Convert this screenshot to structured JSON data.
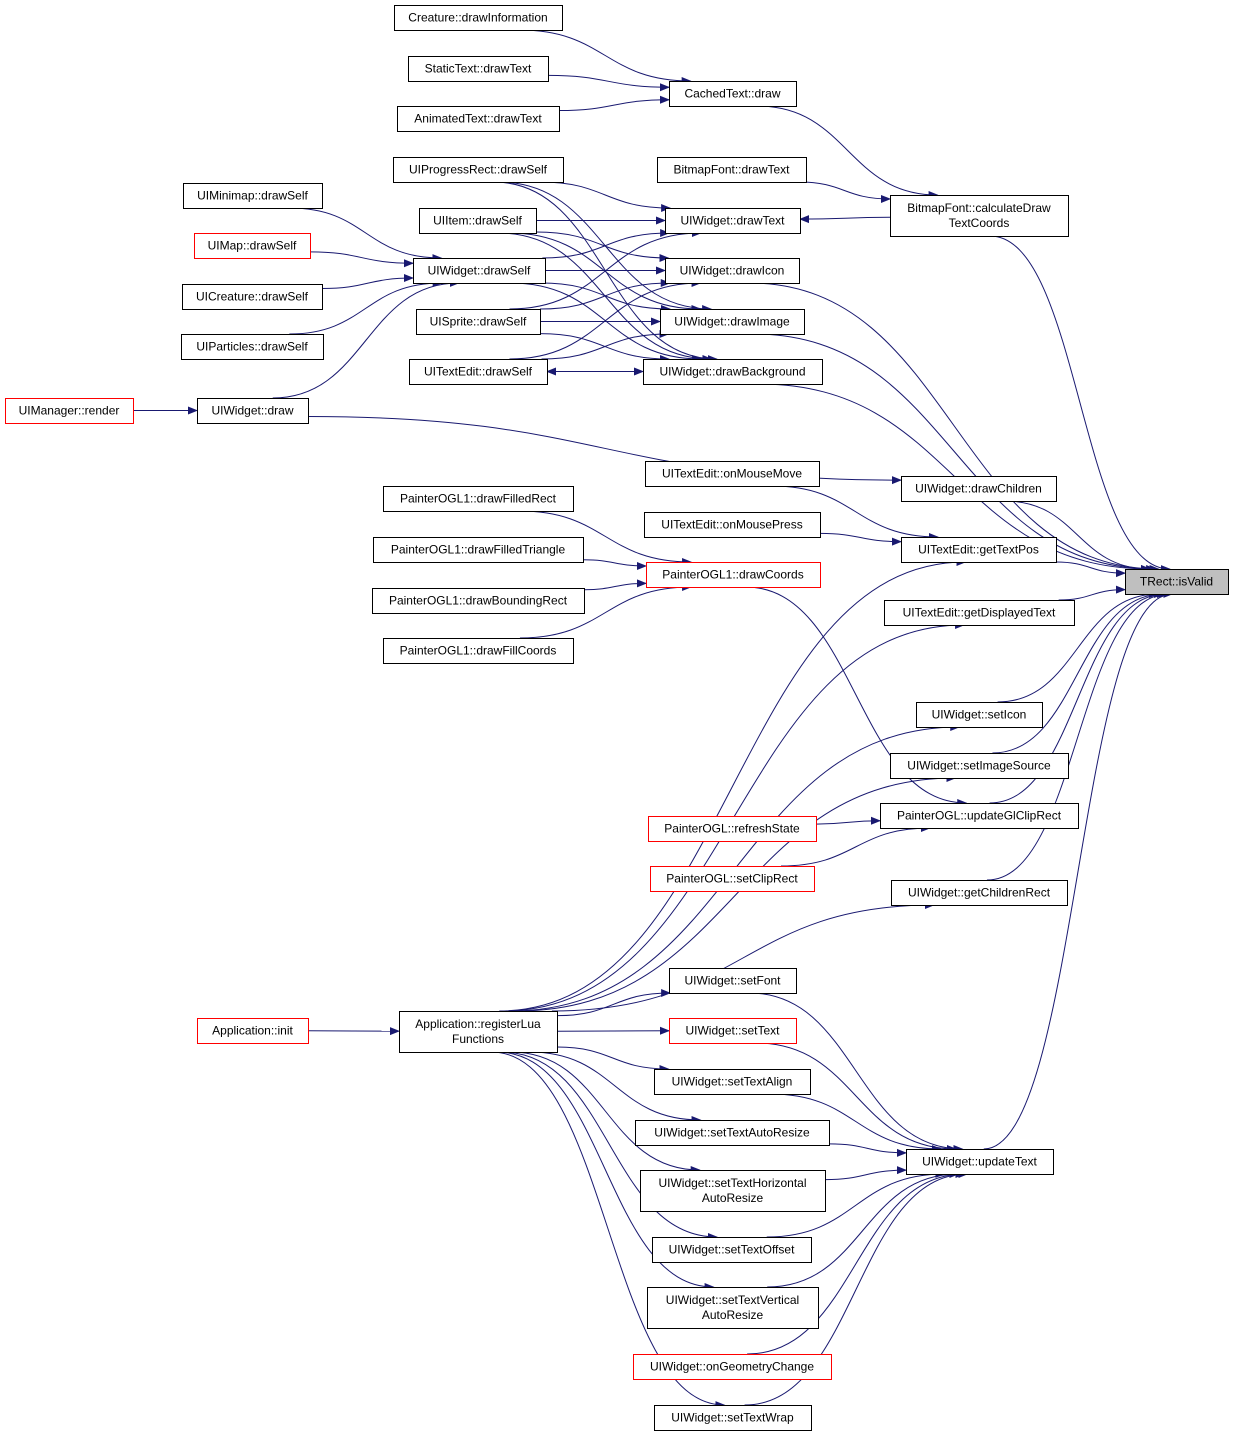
{
  "nodes": {
    "creature_drawinformation": {
      "lines": [
        "Creature::drawInformation"
      ]
    },
    "statictext_drawtext": {
      "lines": [
        "StaticText::drawText"
      ]
    },
    "animatedtext_drawtext": {
      "lines": [
        "AnimatedText::drawText"
      ]
    },
    "cachedtext_draw": {
      "lines": [
        "CachedText::draw"
      ]
    },
    "bitmapfont_drawtext": {
      "lines": [
        "BitmapFont::drawText"
      ]
    },
    "bitmapfont_calculatedrawtextcoords": {
      "lines": [
        "BitmapFont::calculateDraw",
        "TextCoords"
      ]
    },
    "uiprogressrect_drawself": {
      "lines": [
        "UIProgressRect::drawSelf"
      ]
    },
    "uiminimap_drawself": {
      "lines": [
        "UIMinimap::drawSelf"
      ]
    },
    "uiitem_drawself": {
      "lines": [
        "UIItem::drawSelf"
      ]
    },
    "uiwidget_drawtext": {
      "lines": [
        "UIWidget::drawText"
      ]
    },
    "uimap_drawself": {
      "lines": [
        "UIMap::drawSelf"
      ]
    },
    "uiwidget_drawself": {
      "lines": [
        "UIWidget::drawSelf"
      ]
    },
    "uiwidget_drawicon": {
      "lines": [
        "UIWidget::drawIcon"
      ]
    },
    "uicreature_drawself": {
      "lines": [
        "UICreature::drawSelf"
      ]
    },
    "uisprite_drawself": {
      "lines": [
        "UISprite::drawSelf"
      ]
    },
    "uiwidget_drawimage": {
      "lines": [
        "UIWidget::drawImage"
      ]
    },
    "uiparticles_drawself": {
      "lines": [
        "UIParticles::drawSelf"
      ]
    },
    "uitextedit_drawself": {
      "lines": [
        "UITextEdit::drawSelf"
      ]
    },
    "uiwidget_drawbackground": {
      "lines": [
        "UIWidget::drawBackground"
      ]
    },
    "uimanager_render": {
      "lines": [
        "UIManager::render"
      ]
    },
    "uiwidget_draw": {
      "lines": [
        "UIWidget::draw"
      ]
    },
    "uitextedit_onmousemove": {
      "lines": [
        "UITextEdit::onMouseMove"
      ]
    },
    "uiwidget_drawchildren": {
      "lines": [
        "UIWidget::drawChildren"
      ]
    },
    "painterogl1_drawfilledrect": {
      "lines": [
        "PainterOGL1::drawFilledRect"
      ]
    },
    "uitextedit_onmousepress": {
      "lines": [
        "UITextEdit::onMousePress"
      ]
    },
    "painterogl1_drawfilledtriangle": {
      "lines": [
        "PainterOGL1::drawFilledTriangle"
      ]
    },
    "uitextedit_gettextpos": {
      "lines": [
        "UITextEdit::getTextPos"
      ]
    },
    "painterogl1_drawcoords": {
      "lines": [
        "PainterOGL1::drawCoords"
      ]
    },
    "trect_isvalid": {
      "lines": [
        "TRect::isValid"
      ]
    },
    "painterogl1_drawboundingrect": {
      "lines": [
        "PainterOGL1::drawBoundingRect"
      ]
    },
    "uitextedit_getdisplayedtext": {
      "lines": [
        "UITextEdit::getDisplayedText"
      ]
    },
    "painterogl1_drawfillcoords": {
      "lines": [
        "PainterOGL1::drawFillCoords"
      ]
    },
    "uiwidget_seticon": {
      "lines": [
        "UIWidget::setIcon"
      ]
    },
    "uiwidget_setimagesource": {
      "lines": [
        "UIWidget::setImageSource"
      ]
    },
    "painterogl_refreshstate": {
      "lines": [
        "PainterOGL::refreshState"
      ]
    },
    "painterogl_updateglcliprect": {
      "lines": [
        "PainterOGL::updateGlClipRect"
      ]
    },
    "painterogl_setcliprect": {
      "lines": [
        "PainterOGL::setClipRect"
      ]
    },
    "uiwidget_getchildrenrect": {
      "lines": [
        "UIWidget::getChildrenRect"
      ]
    },
    "uiwidget_setfont": {
      "lines": [
        "UIWidget::setFont"
      ]
    },
    "application_init": {
      "lines": [
        "Application::init"
      ]
    },
    "application_registerluafunctions": {
      "lines": [
        "Application::registerLua",
        "Functions"
      ]
    },
    "uiwidget_settext": {
      "lines": [
        "UIWidget::setText"
      ]
    },
    "uiwidget_settextalign": {
      "lines": [
        "UIWidget::setTextAlign"
      ]
    },
    "uiwidget_settextautoresize": {
      "lines": [
        "UIWidget::setTextAutoResize"
      ]
    },
    "uiwidget_updatetext": {
      "lines": [
        "UIWidget::updateText"
      ]
    },
    "uiwidget_settexthorizontalautoresize": {
      "lines": [
        "UIWidget::setTextHorizontal",
        "AutoResize"
      ]
    },
    "uiwidget_settextoffset": {
      "lines": [
        "UIWidget::setTextOffset"
      ]
    },
    "uiwidget_settextverticalautoresize": {
      "lines": [
        "UIWidget::setTextVertical",
        "AutoResize"
      ]
    },
    "uiwidget_ongeometrychange": {
      "lines": [
        "UIWidget::onGeometryChange"
      ]
    },
    "uiwidget_settextwrap": {
      "lines": [
        "UIWidget::setTextWrap"
      ]
    }
  },
  "edges": [
    [
      "creature_drawinformation",
      "cachedtext_draw"
    ],
    [
      "statictext_drawtext",
      "cachedtext_draw"
    ],
    [
      "animatedtext_drawtext",
      "cachedtext_draw"
    ],
    [
      "cachedtext_draw",
      "bitmapfont_calculatedrawtextcoords"
    ],
    [
      "bitmapfont_drawtext",
      "bitmapfont_calculatedrawtextcoords"
    ],
    [
      "bitmapfont_calculatedrawtextcoords",
      "uiwidget_drawtext"
    ],
    [
      "bitmapfont_calculatedrawtextcoords",
      "trect_isvalid"
    ],
    [
      "uiprogressrect_drawself",
      "uiwidget_drawtext"
    ],
    [
      "uiprogressrect_drawself",
      "uiwidget_drawimage"
    ],
    [
      "uiprogressrect_drawself",
      "uiwidget_drawbackground"
    ],
    [
      "uiitem_drawself",
      "uiwidget_drawtext"
    ],
    [
      "uiitem_drawself",
      "uiwidget_drawicon"
    ],
    [
      "uiitem_drawself",
      "uiwidget_drawimage"
    ],
    [
      "uiitem_drawself",
      "uiwidget_drawbackground"
    ],
    [
      "uiminimap_drawself",
      "uiwidget_drawself"
    ],
    [
      "uimap_drawself",
      "uiwidget_drawself"
    ],
    [
      "uicreature_drawself",
      "uiwidget_drawself"
    ],
    [
      "uiparticles_drawself",
      "uiwidget_drawself"
    ],
    [
      "uiwidget_draw",
      "uiwidget_drawself"
    ],
    [
      "uiwidget_drawself",
      "uiwidget_drawtext"
    ],
    [
      "uiwidget_drawself",
      "uiwidget_drawicon"
    ],
    [
      "uiwidget_drawself",
      "uiwidget_drawimage"
    ],
    [
      "uiwidget_drawself",
      "uiwidget_drawbackground"
    ],
    [
      "uisprite_drawself",
      "uiwidget_drawtext"
    ],
    [
      "uisprite_drawself",
      "uiwidget_drawicon"
    ],
    [
      "uisprite_drawself",
      "uiwidget_drawimage"
    ],
    [
      "uisprite_drawself",
      "uiwidget_drawbackground"
    ],
    [
      "uitextedit_drawself",
      "uiwidget_drawicon"
    ],
    [
      "uitextedit_drawself",
      "uiwidget_drawimage"
    ],
    [
      "uitextedit_drawself",
      "uiwidget_drawbackground"
    ],
    [
      "uiwidget_drawbackground",
      "uitextedit_drawself"
    ],
    [
      "uiwidget_drawicon",
      "trect_isvalid"
    ],
    [
      "uiwidget_drawimage",
      "trect_isvalid"
    ],
    [
      "uiwidget_drawbackground",
      "trect_isvalid"
    ],
    [
      "uimanager_render",
      "uiwidget_draw"
    ],
    [
      "uiwidget_draw",
      "uiwidget_drawchildren"
    ],
    [
      "uiwidget_drawchildren",
      "trect_isvalid"
    ],
    [
      "uitextedit_onmousemove",
      "uitextedit_gettextpos"
    ],
    [
      "uitextedit_onmousepress",
      "uitextedit_gettextpos"
    ],
    [
      "uitextedit_gettextpos",
      "trect_isvalid"
    ],
    [
      "painterogl1_drawfilledrect",
      "painterogl1_drawcoords"
    ],
    [
      "painterogl1_drawfilledtriangle",
      "painterogl1_drawcoords"
    ],
    [
      "painterogl1_drawboundingrect",
      "painterogl1_drawcoords"
    ],
    [
      "painterogl1_drawfillcoords",
      "painterogl1_drawcoords"
    ],
    [
      "painterogl1_drawcoords",
      "painterogl_updateglcliprect"
    ],
    [
      "uitextedit_getdisplayedtext",
      "trect_isvalid"
    ],
    [
      "uiwidget_seticon",
      "trect_isvalid"
    ],
    [
      "uiwidget_setimagesource",
      "trect_isvalid"
    ],
    [
      "painterogl_updateglcliprect",
      "trect_isvalid"
    ],
    [
      "painterogl_refreshstate",
      "painterogl_updateglcliprect"
    ],
    [
      "painterogl_setcliprect",
      "painterogl_updateglcliprect"
    ],
    [
      "uiwidget_getchildrenrect",
      "trect_isvalid"
    ],
    [
      "uiwidget_updatetext",
      "trect_isvalid"
    ],
    [
      "application_init",
      "application_registerluafunctions"
    ],
    [
      "application_registerluafunctions",
      "uitextedit_gettextpos"
    ],
    [
      "application_registerluafunctions",
      "uitextedit_getdisplayedtext"
    ],
    [
      "application_registerluafunctions",
      "uiwidget_seticon"
    ],
    [
      "application_registerluafunctions",
      "uiwidget_setimagesource"
    ],
    [
      "application_registerluafunctions",
      "uiwidget_getchildrenrect"
    ],
    [
      "application_registerluafunctions",
      "uiwidget_setfont"
    ],
    [
      "application_registerluafunctions",
      "uiwidget_settext"
    ],
    [
      "application_registerluafunctions",
      "uiwidget_settextalign"
    ],
    [
      "application_registerluafunctions",
      "uiwidget_settextautoresize"
    ],
    [
      "application_registerluafunctions",
      "uiwidget_settexthorizontalautoresize"
    ],
    [
      "application_registerluafunctions",
      "uiwidget_settextoffset"
    ],
    [
      "application_registerluafunctions",
      "uiwidget_settextverticalautoresize"
    ],
    [
      "application_registerluafunctions",
      "uiwidget_settextwrap"
    ],
    [
      "uiwidget_setfont",
      "uiwidget_updatetext"
    ],
    [
      "uiwidget_settext",
      "uiwidget_updatetext"
    ],
    [
      "uiwidget_settextalign",
      "uiwidget_updatetext"
    ],
    [
      "uiwidget_settextautoresize",
      "uiwidget_updatetext"
    ],
    [
      "uiwidget_settexthorizontalautoresize",
      "uiwidget_updatetext"
    ],
    [
      "uiwidget_settextoffset",
      "uiwidget_updatetext"
    ],
    [
      "uiwidget_settextverticalautoresize",
      "uiwidget_updatetext"
    ],
    [
      "uiwidget_ongeometrychange",
      "uiwidget_updatetext"
    ],
    [
      "uiwidget_settextwrap",
      "uiwidget_updatetext"
    ]
  ],
  "colors": {
    "edge": "#191970",
    "node_border": "#000000",
    "node_border_red": "#ff0000",
    "selected_fill": "#bfbfbf"
  }
}
